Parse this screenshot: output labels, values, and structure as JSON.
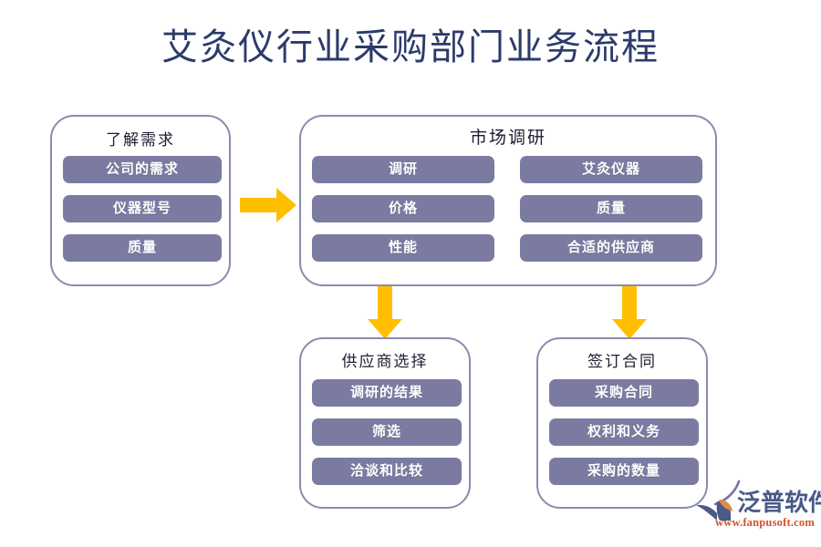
{
  "page": {
    "title": "艾灸仪行业采购部门业务流程",
    "background_color": "#ffffff",
    "title_color": "#2b3b6b"
  },
  "theme": {
    "pill_fill": "#7b7ba2",
    "group_border": "#8b8bb0",
    "arrow_color": "#ffbf00",
    "group_title_color": "#1d1d33",
    "pill_text_color": "#ffffff"
  },
  "flow": {
    "groups": [
      {
        "id": "requirements",
        "title": "了解需求",
        "items": [
          {
            "label": "公司的需求"
          },
          {
            "label": "仪器型号"
          },
          {
            "label": "质量"
          }
        ]
      },
      {
        "id": "market-research",
        "title": "市场调研",
        "columns": [
          {
            "items": [
              {
                "label": "调研"
              },
              {
                "label": "价格"
              },
              {
                "label": "性能"
              }
            ]
          },
          {
            "items": [
              {
                "label": "艾灸仪器"
              },
              {
                "label": "质量"
              },
              {
                "label": "合适的供应商"
              }
            ]
          }
        ]
      },
      {
        "id": "supplier-selection",
        "title": "供应商选择",
        "items": [
          {
            "label": "调研的结果"
          },
          {
            "label": "筛选"
          },
          {
            "label": "洽谈和比较"
          }
        ]
      },
      {
        "id": "contract-signing",
        "title": "签订合同",
        "items": [
          {
            "label": "采购合同"
          },
          {
            "label": "权利和义务"
          },
          {
            "label": "采购的数量"
          }
        ]
      }
    ],
    "arrows": [
      {
        "id": "requirements-to-research",
        "direction": "right"
      },
      {
        "id": "research-to-supplier",
        "direction": "down"
      },
      {
        "id": "research-to-contract",
        "direction": "down"
      }
    ]
  },
  "logo": {
    "wordmark": "泛普软件",
    "url": "www.fanpusoft.com",
    "mark_colors": {
      "arc": "#7a6fa8",
      "wing": "#4a5a86",
      "accent": "#e08a4a"
    }
  }
}
